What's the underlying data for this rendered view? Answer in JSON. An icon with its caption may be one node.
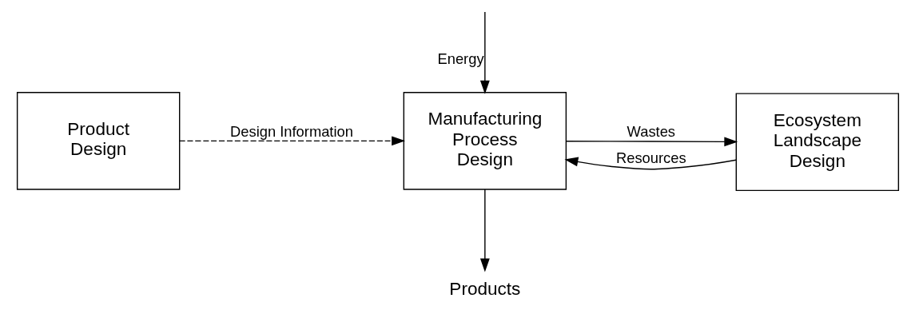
{
  "diagram": {
    "nodes": [
      {
        "text": [
          "Product Design"
        ]
      },
      {
        "text": [
          "Manufacturing Process Design"
        ]
      },
      {
        "text": [
          "Ecosystem Landscape Design"
        ]
      },
      {
        "text": [
          "Products"
        ]
      }
    ],
    "edges": [
      {
        "from": 0,
        "to": 1,
        "arrow": "to",
        "label": "Design Information",
        "style": "dashed"
      },
      {
        "from": 1,
        "to": 2,
        "arrow": "to",
        "label": "Wastes"
      },
      {
        "from": 2,
        "to": 1,
        "arrow": "to",
        "label": "Resources"
      },
      {
        "from": 1,
        "to": 3,
        "arrow": "to"
      },
      {
        "from": null,
        "to": 1,
        "arrow": "to",
        "label": "Energy"
      }
    ]
  }
}
